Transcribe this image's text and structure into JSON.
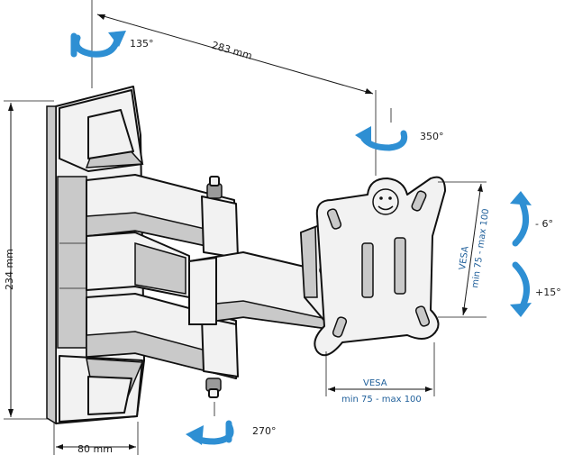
{
  "dimensions": {
    "arm_length": "283 mm",
    "height": "234 mm",
    "wall_plate_width": "80 mm",
    "vesa_horizontal_label": "VESA",
    "vesa_horizontal_range": "min 75 - max 100",
    "vesa_vertical_label": "VESA",
    "vesa_vertical_range": "min 75 - max 100"
  },
  "rotations": {
    "wall_pivot_top": "135°",
    "head_swivel": "350°",
    "wall_pivot_bottom": "270°",
    "tilt_up": "- 6°",
    "tilt_down": "+15°"
  },
  "colors": {
    "arrow": "#2e8fd3",
    "outline": "#111111",
    "vesa_text": "#1f5f9a"
  },
  "icons": [
    "rotate-arrow-icon",
    "tilt-arrow-icon",
    "smiley-face-icon"
  ]
}
